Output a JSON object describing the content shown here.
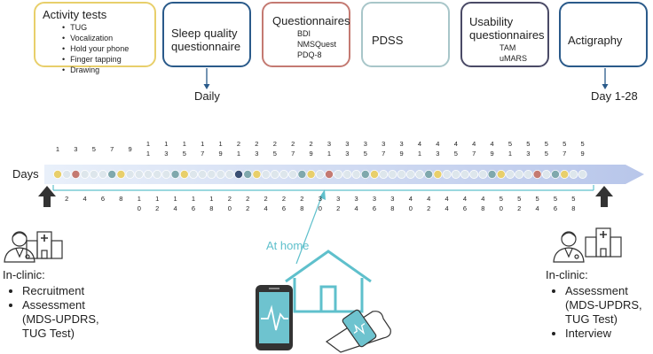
{
  "boxes": {
    "activity": {
      "title": "Activity tests",
      "items": [
        "TUG",
        "Vocalization",
        "Hold your phone",
        "Finger tapping",
        "Drawing"
      ],
      "color": "#e8cf6b"
    },
    "sleep": {
      "title": "Sleep quality questionnaire",
      "color": "#2a5a8a"
    },
    "questionnaires": {
      "title": "Questionnaires",
      "items": [
        "BDI",
        "NMSQuest",
        "PDQ-8"
      ],
      "color": "#c47a72"
    },
    "pdss": {
      "title": "PDSS",
      "color": "#7fa8ad"
    },
    "usability": {
      "title": "Usability questionnaires",
      "items": [
        "TAM",
        "uMARS"
      ],
      "color": "#4a4a66"
    },
    "actigraphy": {
      "title": "Actigraphy",
      "color": "#2a5a8a"
    }
  },
  "daily_label": "Daily",
  "day_range_label": "Day 1-28",
  "days_label": "Days",
  "at_home_label": "At home",
  "top_ticks": [
    "1",
    "3",
    "5",
    "7",
    "9",
    "11",
    "13",
    "15",
    "17",
    "19",
    "21",
    "23",
    "25",
    "27",
    "29",
    "31",
    "33",
    "35",
    "37",
    "39",
    "41",
    "43",
    "45",
    "47",
    "49",
    "51",
    "53",
    "55",
    "57",
    "59"
  ],
  "bottom_ticks": [
    "2",
    "4",
    "6",
    "8",
    "10",
    "12",
    "14",
    "16",
    "18",
    "20",
    "22",
    "24",
    "26",
    "28",
    "30",
    "32",
    "34",
    "36",
    "38",
    "40",
    "42",
    "44",
    "46",
    "48",
    "50",
    "52",
    "54",
    "56",
    "58"
  ],
  "day_markers": [
    {
      "day": 1,
      "color": "#e8cf6b"
    },
    {
      "day": 3,
      "color": "#c47a72"
    },
    {
      "day": 7,
      "color": "#7fa8ad"
    },
    {
      "day": 8,
      "color": "#e8cf6b"
    },
    {
      "day": 14,
      "color": "#7fa8ad"
    },
    {
      "day": 15,
      "color": "#e8cf6b"
    },
    {
      "day": 21,
      "color": "#3a4f73"
    },
    {
      "day": 22,
      "color": "#7fa8ad"
    },
    {
      "day": 23,
      "color": "#e8cf6b"
    },
    {
      "day": 28,
      "color": "#7fa8ad"
    },
    {
      "day": 29,
      "color": "#e8cf6b"
    },
    {
      "day": 31,
      "color": "#c47a72"
    },
    {
      "day": 35,
      "color": "#7fa8ad"
    },
    {
      "day": 36,
      "color": "#e8cf6b"
    },
    {
      "day": 42,
      "color": "#7fa8ad"
    },
    {
      "day": 43,
      "color": "#e8cf6b"
    },
    {
      "day": 49,
      "color": "#7fa8ad"
    },
    {
      "day": 50,
      "color": "#e8cf6b"
    },
    {
      "day": 54,
      "color": "#c47a72"
    },
    {
      "day": 56,
      "color": "#7fa8ad"
    },
    {
      "day": 57,
      "color": "#e8cf6b"
    }
  ],
  "empty_dot_color": "#dde6ec",
  "clinic_left": {
    "title": "In-clinic:",
    "items": [
      "Recruitment",
      "Assessment (MDS-UPDRS, TUG Test)"
    ]
  },
  "clinic_right": {
    "title": "In-clinic:",
    "items": [
      "Assessment (MDS-UPDRS, TUG Test)",
      "Interview"
    ]
  },
  "accent": "#5fc0cc"
}
